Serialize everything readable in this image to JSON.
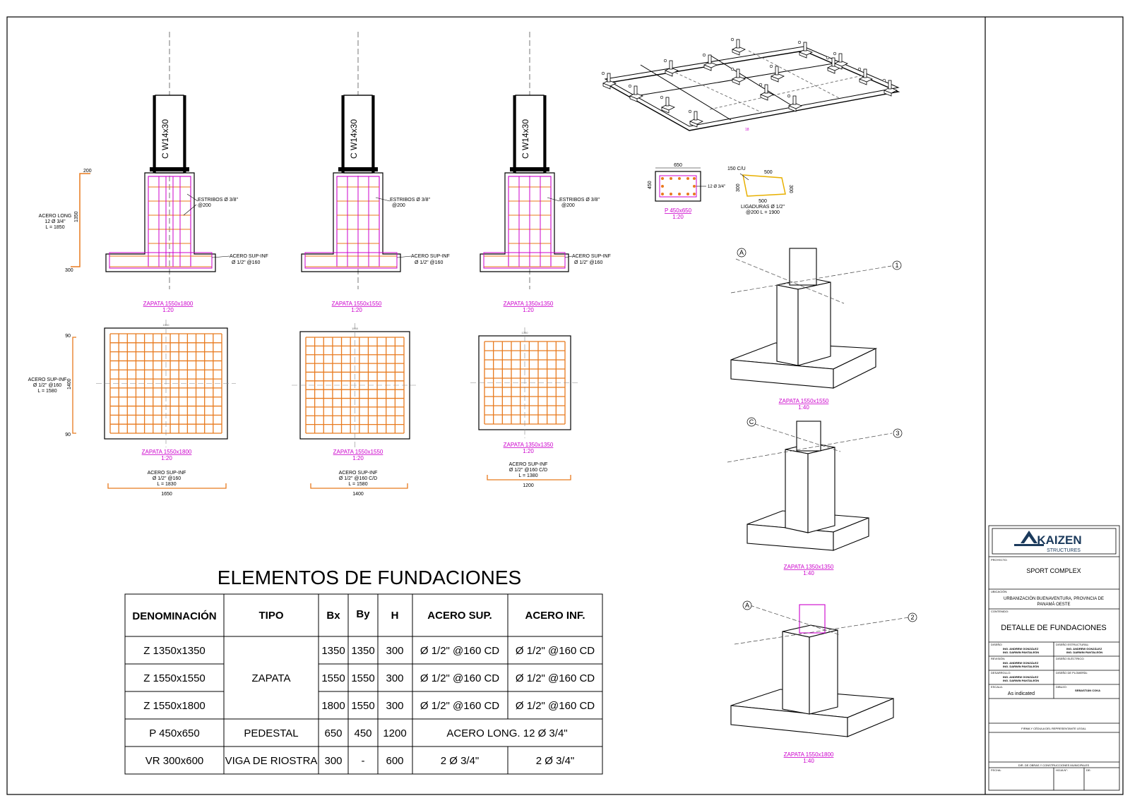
{
  "title": "ELEMENTOS DE FUNDACIONES",
  "col": "C W14x30",
  "labels": {
    "estribos": "ESTRIBOS Ø 3/8\"",
    "estribos2": "@200",
    "acero_sup_inf": "ACERO SUP-INF",
    "acero_sup_inf2": "Ø 1/2\" @160",
    "scale20": "1:20",
    "scale40": "1:40",
    "acero_long": "ACERO LONG",
    "acero_long2": "12 Ø 3/4\"",
    "acero_long3": "L = 1850",
    "dim200": "200",
    "dim1350": "1350",
    "dim300": "300",
    "left_plan1": "ACERO SUP-INF",
    "left_plan2": "Ø 1/2\" @160",
    "left_plan3": "L = 1580",
    "dim90": "90",
    "dim1400": "1400",
    "pedestal_sec": "P 450x650",
    "pedestal_650": "650",
    "pedestal_450": "450",
    "pedestal_bars": "12 Ø 3/4\"",
    "lig_150": "150 C/U",
    "lig_500a": "500",
    "lig_300a": "300",
    "lig_300b": "300",
    "lig_500b": "500",
    "lig_1": "LIGADURAS Ø 1/2\"",
    "lig_2": "@200 L = 1900",
    "iso_note": "18",
    "ax_a": "A",
    "ax_1": "1",
    "ax_c": "C",
    "ax_3": "3",
    "ax_2": "2"
  },
  "sections": [
    {
      "name": "ZAPATA 1550x1800"
    },
    {
      "name": "ZAPATA 1550x1550"
    },
    {
      "name": "ZAPATA 1350x1350"
    }
  ],
  "plans": [
    {
      "name": "ZAPATA 1550x1800",
      "note1": "ACERO SUP-INF",
      "note2": "Ø 1/2\" @160",
      "note3": "L = 1830",
      "dim": "1650",
      "top": "1500"
    },
    {
      "name": "ZAPATA 1550x1550",
      "note1": "ACERO SUP-INF",
      "note2": "Ø 1/2\" @160 C/D",
      "note3": "L = 1580",
      "dim": "1400",
      "top": "1550"
    },
    {
      "name": "ZAPATA 1350x1350",
      "note1": "ACERO SUP-INF",
      "note2": "Ø 1/2\" @160 C/D",
      "note3": "L = 1380",
      "dim": "1200",
      "top": "1350"
    }
  ],
  "iso_footings": [
    {
      "name": "ZAPATA 1550x1550"
    },
    {
      "name": "ZAPATA 1350x1350"
    },
    {
      "name": "ZAPATA 1550x1800"
    }
  ],
  "table": {
    "headers": [
      "DENOMINACIÓN",
      "TIPO",
      "Bx",
      "By",
      "H",
      "ACERO SUP.",
      "ACERO INF."
    ],
    "rows": [
      [
        "Z 1350x1350",
        "ZAPATA",
        "1350",
        "1350",
        "300",
        "Ø 1/2\" @160 CD",
        "Ø 1/2\" @160 CD"
      ],
      [
        "Z 1550x1550",
        "",
        "1550",
        "1550",
        "300",
        "Ø 1/2\" @160 CD",
        "Ø 1/2\" @160 CD"
      ],
      [
        "Z 1550x1800",
        "",
        "1800",
        "1550",
        "300",
        "Ø 1/2\" @160 CD",
        "Ø 1/2\" @160 CD"
      ],
      [
        "P 450x650",
        "PEDESTAL",
        "650",
        "450",
        "1200",
        "ACERO LONG. 12 Ø 3/4\"",
        ""
      ],
      [
        "VR 300x600",
        "VIGA DE RIOSTRA",
        "300",
        "-",
        "600",
        "2 Ø 3/4\"",
        "2 Ø 3/4\""
      ]
    ]
  },
  "titleblock": {
    "logo": "KAIZEN",
    "logo_sub": "STRUCTURES",
    "proyecto_lbl": "PROYECTO:",
    "proyecto": "SPORT COMPLEX",
    "ubicacion_lbl": "UBICACIÓN:",
    "ubicacion1": "URBANIZACIÓN BUENAVENTURA, PROVINCIA DE",
    "ubicacion2": "PANAMÁ OESTE",
    "contenido_lbl": "CONTENIDO:",
    "contenido": "DETALLE DE FUNDACIONES",
    "diseno_lbl": "DISEÑO:",
    "diseno1": "ING. ANDREW GONZÁLEZ",
    "diseno2": "ING. DARWIN PANTALEÓN",
    "diseno_est_lbl": "DISEÑO ESTRUCTURAL:",
    "diseno_est1": "ING. ANDREW GONZÁLEZ",
    "diseno_est2": "ING. DARWIN PANTALEÓN",
    "revision_lbl": "REVISIÓN:",
    "revision1": "ING. ANDREW GONZÁLEZ",
    "revision2": "ING. DARWIN PANTALEÓN",
    "diseno_elec_lbl": "DISEÑO ELÉCTRICO:",
    "desarrollo_lbl": "DESARROLLO:",
    "desarrollo1": "ING. ANDREW GONZÁLEZ",
    "desarrollo2": "ING. DARWIN PANTALEÓN",
    "diseno_plom_lbl": "DISEÑO DE PLOMERÍA:",
    "escala_lbl": "ESCALA:",
    "escala": "As indicated",
    "dibujo_lbl": "DIBUJO:",
    "dibujo": "SEBASTIÁN COKA",
    "firma": "FIRMA Y CÉDULA DEL REPRESENTANTE LEGAL",
    "dir": "DIR. DE OBRAS Y CONSTRUCCIONES MUNICIPALES",
    "fecha_lbl": "FECHA:",
    "hoja_lbl": "HOJA N°:",
    "de_lbl": "DE:"
  },
  "colors": {
    "rebar": "#e87a1e",
    "stirrup": "#cc00cc",
    "note": "#cc00cc",
    "ink": "#000000"
  }
}
